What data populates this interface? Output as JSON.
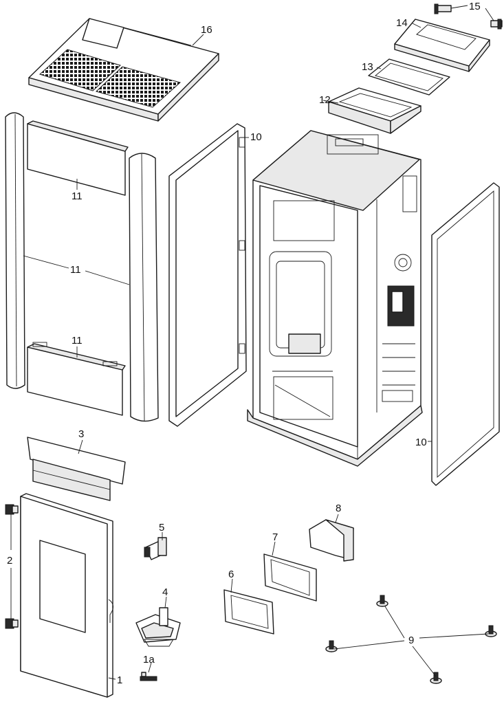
{
  "callouts": {
    "c1": "1",
    "c1a": "1a",
    "c2": "2",
    "c3": "3",
    "c4": "4",
    "c5": "5",
    "c6": "6",
    "c7": "7",
    "c8": "8",
    "c9": "9",
    "c10a": "10",
    "c10b": "10",
    "c11a": "11",
    "c11b": "11",
    "c11c": "11",
    "c12": "12",
    "c13": "13",
    "c14": "14",
    "c15": "15",
    "c16": "16"
  },
  "colors": {
    "line": "#1a1a1a",
    "panel_fill": "#ffffff",
    "shade": "#e9e9e9",
    "dark": "#2a2a2a"
  }
}
